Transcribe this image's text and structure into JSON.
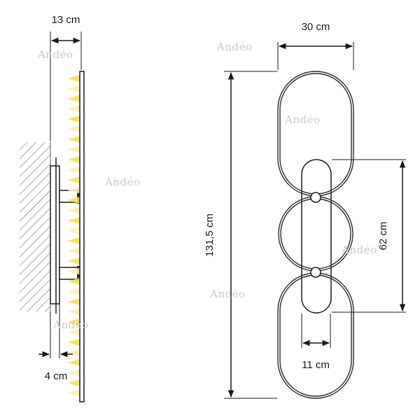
{
  "watermark": {
    "text": "Andéo"
  },
  "side_view": {
    "depth_label": "13 cm",
    "mount_depth_label": "4 cm"
  },
  "front_view": {
    "width_label": "30 cm",
    "height_label": "131,5 cm",
    "inner_height_label": "62 cm",
    "backplate_width_label": "11 cm"
  },
  "colors": {
    "line": "#1a1a1a",
    "ring": "#2b2b2b",
    "light": "#f7e24a",
    "light_glow": "#fbf2a8",
    "watermark": "#c9c9c9"
  }
}
